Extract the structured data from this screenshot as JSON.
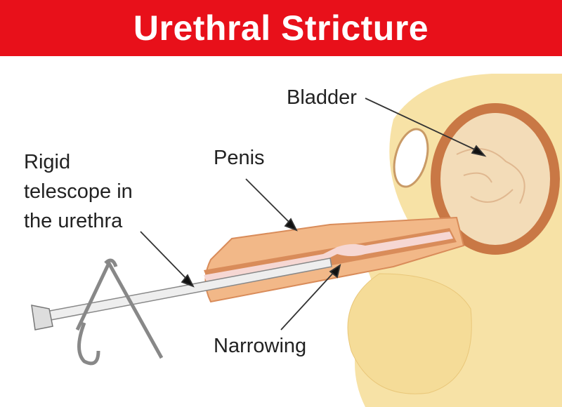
{
  "title": "Urethral Stricture",
  "labels": {
    "bladder": "Bladder",
    "penis": "Penis",
    "telescope_line1": "Rigid",
    "telescope_line2": "telescope in",
    "telescope_line3": "the urethra",
    "narrowing": "Narrowing"
  },
  "colors": {
    "header": "#e8101a",
    "skin": "#f7e2a6",
    "tissue": "#d98c5a",
    "lining": "#f6d7d3"
  }
}
